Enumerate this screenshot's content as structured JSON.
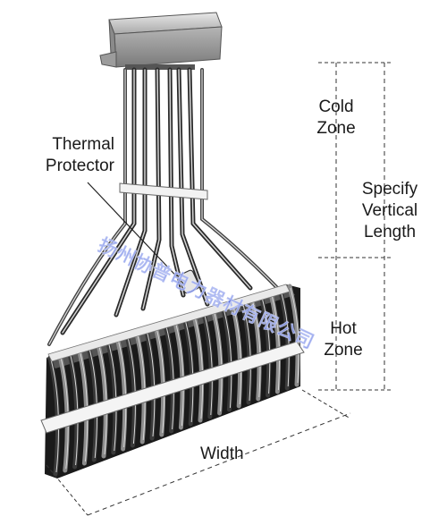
{
  "labels": {
    "cold_zone": [
      "Cold",
      "Zone"
    ],
    "thermal_protector": [
      "Thermal",
      "Protector"
    ],
    "specify_length": [
      "Specify",
      "Vertical",
      "Length"
    ],
    "hot_zone": [
      "Hot",
      "Zone"
    ],
    "width": "Width"
  },
  "watermark": "扬州协普电力器材有限公司",
  "colors": {
    "ink": "#1a1a1a",
    "dimension_line": "#333333",
    "watermark": "#2846dc",
    "coil_dark": "#2b2b2b",
    "coil_light": "#9a9a9a",
    "terminal_box": "#bdbdbd"
  }
}
